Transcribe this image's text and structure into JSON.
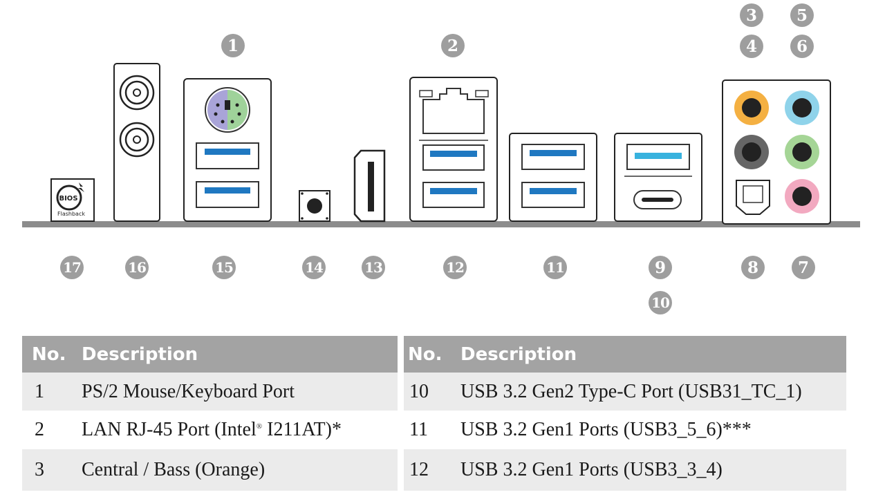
{
  "callouts": {
    "n1": "1",
    "n2": "2",
    "n3": "3",
    "n4": "4",
    "n5": "5",
    "n6": "6",
    "n7": "7",
    "n8": "8",
    "n9": "9",
    "n10": "10",
    "n11": "11",
    "n12": "12",
    "n13": "13",
    "n14": "14",
    "n15": "15",
    "n16": "16",
    "n17": "17"
  },
  "logo": {
    "bios": "BIOS",
    "flashback": "Flashback"
  },
  "colors": {
    "usb_blue": "#1f78c1",
    "usb_light_blue": "#38b2de",
    "audio_orange": "#f4b042",
    "audio_blue": "#8fd3ea",
    "audio_black": "#666666",
    "audio_green": "#a5d596",
    "audio_pink": "#f2a9c0",
    "ps2_purple": "#a9a4d8",
    "ps2_green": "#9fd29a",
    "header_gray": "#a3a3a3",
    "row_shade": "#ebebeb"
  },
  "table_left": {
    "header_no": "No.",
    "header_desc": "Description",
    "rows": [
      {
        "no": "1",
        "desc": "PS/2 Mouse/Keyboard Port"
      },
      {
        "no": "2",
        "desc_prefix": "LAN RJ-45 Port (Intel",
        "desc_sup": "®",
        "desc_suffix": " I211AT)*"
      },
      {
        "no": "3",
        "desc": "Central / Bass (Orange)"
      }
    ]
  },
  "table_right": {
    "header_no": "No.",
    "header_desc": "Description",
    "rows": [
      {
        "no": "10",
        "desc": "USB 3.2 Gen2 Type-C Port (USB31_TC_1)"
      },
      {
        "no": "11",
        "desc": "USB 3.2 Gen1 Ports (USB3_5_6)***"
      },
      {
        "no": "12",
        "desc": "USB 3.2 Gen1 Ports (USB3_3_4)"
      }
    ]
  }
}
